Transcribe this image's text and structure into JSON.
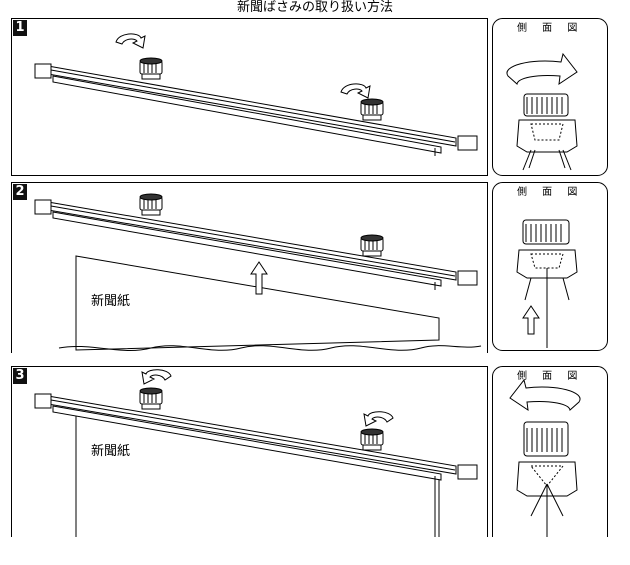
{
  "title": "新聞ばさみの取り扱い方法",
  "side_view_label": "側 面 図",
  "newspaper_label": "新聞紙",
  "steps": [
    {
      "number": "1"
    },
    {
      "number": "2"
    },
    {
      "number": "3"
    }
  ]
}
